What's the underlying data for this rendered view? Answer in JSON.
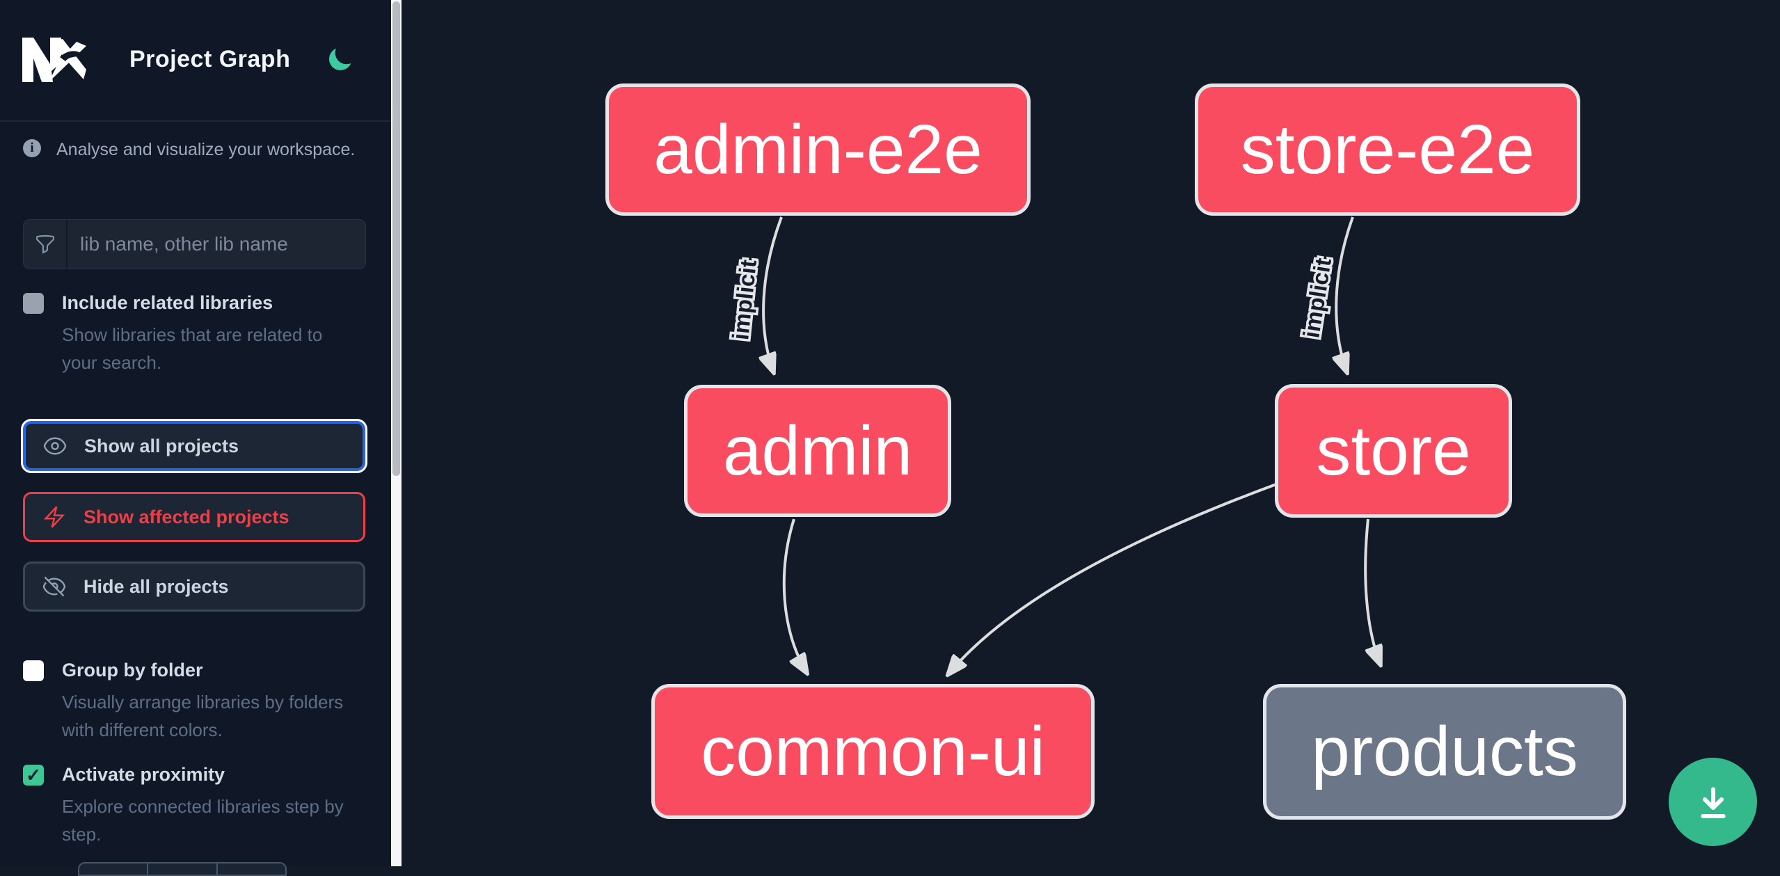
{
  "header": {
    "logo_text": "Nx",
    "title": "Project Graph",
    "theme_icon": "moon-icon"
  },
  "sidebar": {
    "tagline": "Analyse and visualize your workspace.",
    "search_placeholder": "lib name, other lib name",
    "include_related": {
      "label": "Include related libraries",
      "description": "Show libraries that are related to your search.",
      "checked": false
    },
    "actions": {
      "show_all": "Show all projects",
      "show_affected": "Show affected projects",
      "hide_all": "Hide all projects",
      "active_action": "Show all projects"
    },
    "group_by_folder": {
      "label": "Group by folder",
      "description": "Visually arrange libraries by folders with different colors.",
      "checked": false
    },
    "activate_proximity": {
      "label": "Activate proximity",
      "description": "Explore connected libraries step by step.",
      "checked": true,
      "checkmark": "✓"
    }
  },
  "graph": {
    "nodes": [
      {
        "id": "admin-e2e",
        "label": "admin-e2e",
        "color": "#f94c61"
      },
      {
        "id": "store-e2e",
        "label": "store-e2e",
        "color": "#f94c61"
      },
      {
        "id": "admin",
        "label": "admin",
        "color": "#f94c61"
      },
      {
        "id": "store",
        "label": "store",
        "color": "#f94c61"
      },
      {
        "id": "common-ui",
        "label": "common-ui",
        "color": "#f94c61"
      },
      {
        "id": "products",
        "label": "products",
        "color": "#6c7689"
      }
    ],
    "edges": [
      {
        "source": "admin-e2e",
        "target": "admin",
        "label": "implicit"
      },
      {
        "source": "store-e2e",
        "target": "store",
        "label": "implicit"
      },
      {
        "source": "admin",
        "target": "common-ui",
        "label": ""
      },
      {
        "source": "store",
        "target": "common-ui",
        "label": ""
      },
      {
        "source": "store",
        "target": "products",
        "label": ""
      }
    ]
  },
  "fab": {
    "icon": "download-icon"
  },
  "colors": {
    "sidebar_bg": "#101828",
    "canvas_bg": "#131a27",
    "node_pink": "#f94c61",
    "node_gray": "#6c7689",
    "node_border": "#e4e5e8",
    "edge": "#dcdddf",
    "accent_blue": "#2b63e0",
    "accent_red": "#ee3e46",
    "accent_green": "#34b98c"
  }
}
